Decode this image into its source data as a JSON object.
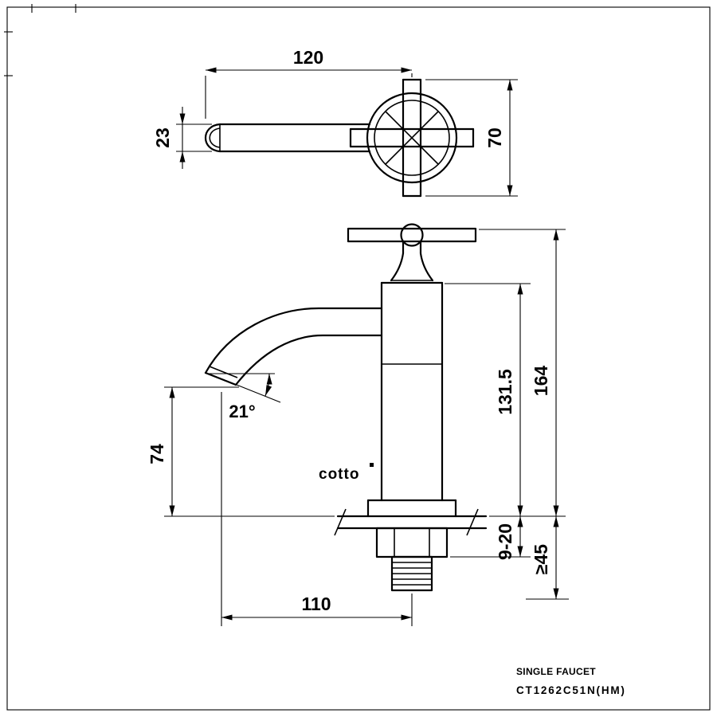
{
  "drawing": {
    "background": "#ffffff",
    "line_color": "#000000"
  },
  "top_view": {
    "dim_width": "120",
    "dim_spout": "23",
    "dim_handle": "70"
  },
  "front_view": {
    "dim_total_height": "164",
    "dim_body_height": "131.5",
    "dim_spout_height": "74",
    "dim_angle": "21°",
    "dim_reach": "110",
    "dim_deck_range": "9-20",
    "dim_clearance": "≥45"
  },
  "branding": {
    "logo_text": "cotto"
  },
  "title_block": {
    "product_type": "SINGLE FAUCET",
    "model_code": "CT1262C51N(HM)"
  }
}
